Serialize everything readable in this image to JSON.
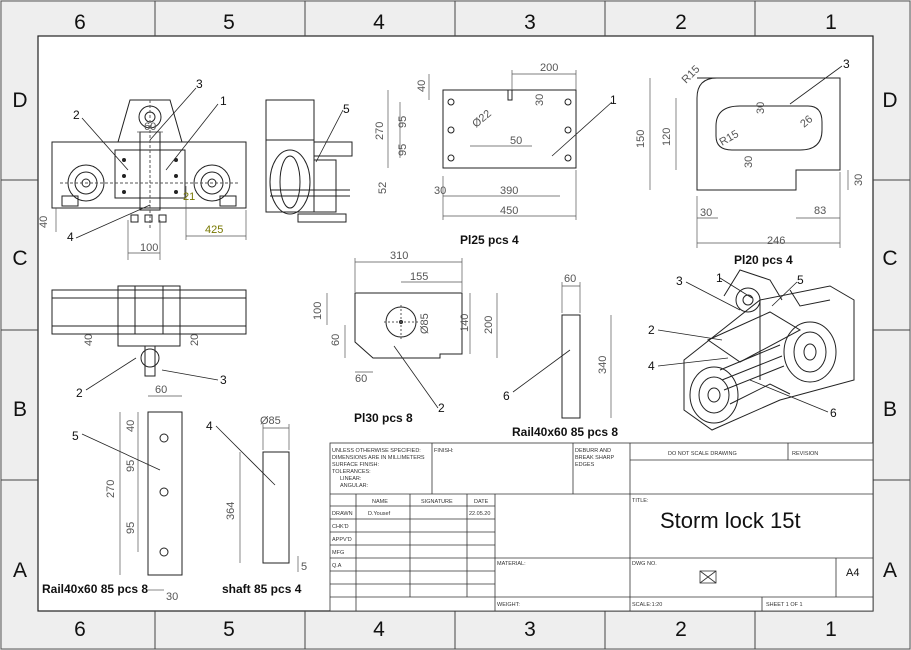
{
  "sheet": {
    "zones_top": [
      "6",
      "5",
      "4",
      "3",
      "2",
      "1"
    ],
    "zones_side": [
      "D",
      "C",
      "B",
      "A"
    ]
  },
  "views": {
    "front": {
      "balloons": [
        "2",
        "3",
        "1",
        "4"
      ],
      "dims": [
        "60",
        "425",
        "100",
        "40",
        "21"
      ]
    },
    "side": {
      "balloons": [
        "5"
      ]
    },
    "bottom": {
      "balloons": [
        "2",
        "3"
      ],
      "dims": [
        "40",
        "20"
      ]
    },
    "pl25": {
      "label": "Pl25 pcs 4",
      "balloon": "1",
      "dims": [
        "200",
        "40",
        "30",
        "Ø22",
        "270",
        "95",
        "95",
        "50",
        "52",
        "30",
        "390",
        "450"
      ]
    },
    "pl20": {
      "label": "Pl20 pcs 4",
      "balloon": "3",
      "dims": [
        "R15",
        "R15",
        "30",
        "26",
        "30",
        "150",
        "120",
        "30",
        "30",
        "83",
        "246"
      ]
    },
    "pl30": {
      "label": "Pl30 pcs 8",
      "balloon": "2",
      "dims": [
        "310",
        "155",
        "100",
        "60",
        "Ø85",
        "140",
        "200",
        "60"
      ]
    },
    "rail_a": {
      "label": "Rail40x60 85 pcs 8",
      "balloon": "6",
      "dims": [
        "60",
        "340"
      ]
    },
    "rail_b": {
      "label": "Rail40x60 85 pcs 8",
      "balloon": "5",
      "dims": [
        "60",
        "40",
        "95",
        "270",
        "95",
        "30"
      ]
    },
    "shaft": {
      "label": "shaft 85 pcs 4",
      "balloon": "4",
      "dims": [
        "Ø85",
        "364",
        "5"
      ]
    },
    "iso": {
      "balloons": [
        "3",
        "1",
        "5",
        "2",
        "4",
        "6"
      ]
    }
  },
  "title_block": {
    "notes": [
      "UNLESS OTHERWISE SPECIFIED:",
      "DIMENSIONS ARE IN MILLIMETERS",
      "SURFACE FINISH:",
      "TOLERANCES:",
      "LINEAR:",
      "ANGULAR:"
    ],
    "finish_label": "FINISH:",
    "deburr": [
      "DEBURR AND",
      "BREAK SHARP",
      "EDGES"
    ],
    "do_not_scale": "DO NOT SCALE DRAWING",
    "revision": "REVISION",
    "headers": [
      "NAME",
      "SIGNATURE",
      "DATE"
    ],
    "rows": [
      "DRAWN",
      "CHK'D",
      "APPV'D",
      "MFG",
      "Q.A"
    ],
    "drawn_name": "D.Yousef",
    "drawn_date": "22.05.20",
    "title_label": "TITLE:",
    "title": "Storm lock 15t",
    "material_label": "MATERIAL:",
    "dwg_no_label": "DWG NO.",
    "size": "A4",
    "weight_label": "WEIGHT:",
    "scale_label": "SCALE:1:20",
    "sheet_label": "SHEET 1 OF 1"
  }
}
